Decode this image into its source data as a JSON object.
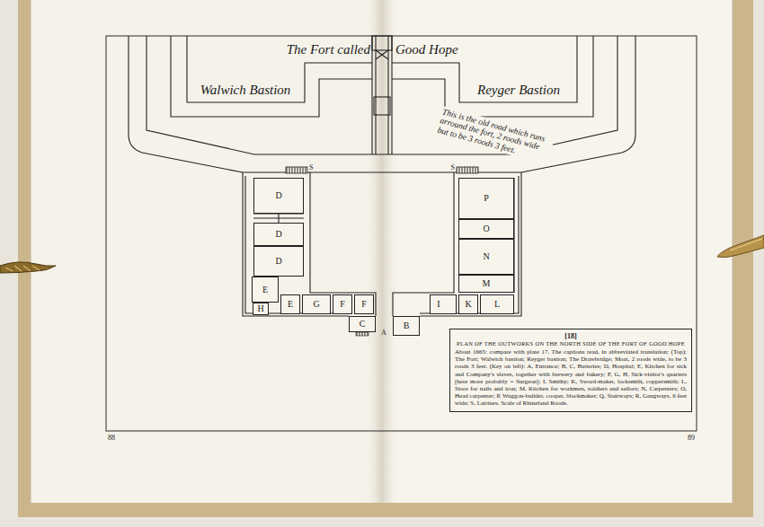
{
  "diagram": {
    "nodes": [
      {
        "text": [
          "D"
        ]
      },
      {
        "text": [
          "D"
        ]
      },
      {
        "text": [
          "D"
        ]
      },
      {
        "text": [
          "E"
        ]
      },
      {
        "text": [
          "H"
        ]
      },
      {
        "text": [
          "E"
        ]
      },
      {
        "text": [
          "G"
        ]
      },
      {
        "text": [
          "F"
        ]
      },
      {
        "text": [
          "F"
        ]
      },
      {
        "text": [
          "C"
        ]
      },
      {
        "text": [
          "B"
        ]
      },
      {
        "text": [
          "I"
        ]
      },
      {
        "text": [
          "K"
        ]
      },
      {
        "text": [
          "L"
        ]
      },
      {
        "text": [
          "P"
        ]
      },
      {
        "text": [
          "O"
        ]
      },
      {
        "text": [
          "N"
        ]
      },
      {
        "text": [
          "M"
        ]
      },
      {
        "text": [
          "[18]",
          "PLAN OF THE OUTWORKS ON THE NORTH SIDE OF THE FORT OF GOOD HOPE",
          "About 1665: compare with plate 17. The captions read, in abbreviated translation: (Top): The Fort; Walwich bastion; Reyger bastion; The Drawbridge; Moat, 2 roods wide, to be 3 roods 3 feet. (Key on left): A, Entrance; B, C, Batteries; D, Hospital; E, Kitchen for sick and Company's slaves, together with brewery and bakery; F, G, H, Sick-visitor's quarters [here more probably = Surgeon]; I, Smithy; K, Sword-maker, locksmith, coppersmith; L, Store for nails and iron; M, Kitchen for workmen, soldiers and sailors; N, Carpenters; O, Head carpenter; P, Waggon-builder, cooper, blockmaker; Q, Stairways; R, Gangways, 6 feet wide; S, Latrines. Scale of Rhineland Roods."
        ]
      }
    ],
    "labels": [
      "The Fort called",
      "Good Hope",
      "Walwich Bastion",
      "Reyger Bastion",
      "This is the old road which runs arround the fort, 2 roods wide but to be 3 roods 3 feet.",
      "S",
      "S",
      "A",
      "88",
      "89"
    ]
  }
}
